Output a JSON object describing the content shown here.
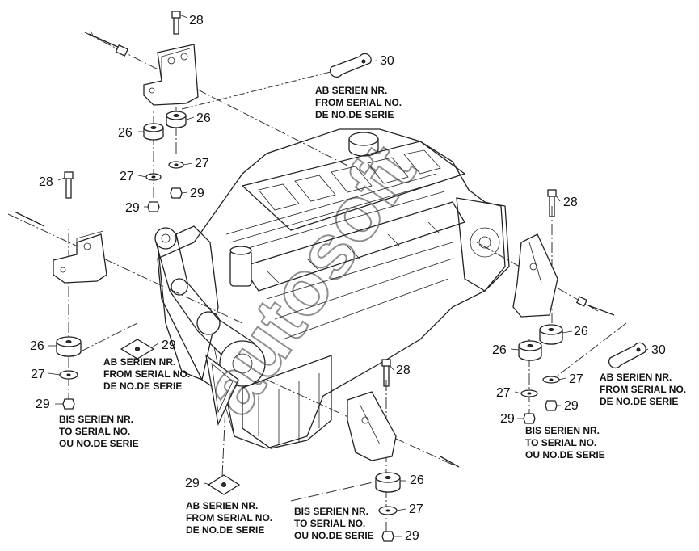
{
  "watermark": "autosoft",
  "callouts": [
    {
      "id": "c28a",
      "text": "28"
    },
    {
      "id": "c30a",
      "text": "30"
    },
    {
      "id": "c26a",
      "text": "26"
    },
    {
      "id": "c26b",
      "text": "26"
    },
    {
      "id": "c27a",
      "text": "27"
    },
    {
      "id": "c27b",
      "text": "27"
    },
    {
      "id": "c29a",
      "text": "29"
    },
    {
      "id": "c29b",
      "text": "29"
    },
    {
      "id": "c28b",
      "text": "28"
    },
    {
      "id": "c28c",
      "text": "28"
    },
    {
      "id": "c26c",
      "text": "26"
    },
    {
      "id": "c29c",
      "text": "29"
    },
    {
      "id": "c27c",
      "text": "27"
    },
    {
      "id": "c29d",
      "text": "29"
    },
    {
      "id": "c26d",
      "text": "26"
    },
    {
      "id": "c26e",
      "text": "26"
    },
    {
      "id": "c30b",
      "text": "30"
    },
    {
      "id": "c27d",
      "text": "27"
    },
    {
      "id": "c27e",
      "text": "27"
    },
    {
      "id": "c29e",
      "text": "29"
    },
    {
      "id": "c29f",
      "text": "29"
    },
    {
      "id": "c28d",
      "text": "28"
    },
    {
      "id": "c29g",
      "text": "29"
    },
    {
      "id": "c26f",
      "text": "26"
    },
    {
      "id": "c27f",
      "text": "27"
    },
    {
      "id": "c29h",
      "text": "29"
    }
  ],
  "notes": {
    "ab": [
      "AB SERIEN NR.",
      "FROM SERIAL NO.",
      "DE NO.DE SERIE"
    ],
    "bis": [
      "BIS SERIEN NR.",
      "TO SERIAL NO.",
      "OU NO.DE SERIE"
    ]
  }
}
